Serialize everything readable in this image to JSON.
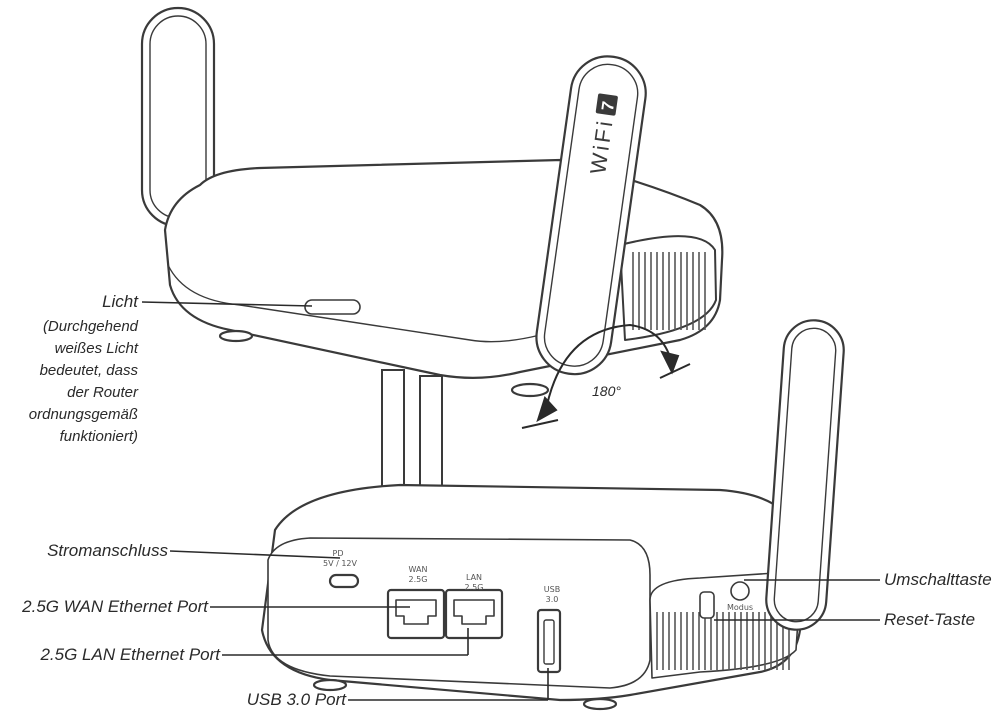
{
  "labels": {
    "light_title": "Licht",
    "light_note": [
      "(Durchgehend",
      "weißes Licht",
      "bedeutet, dass",
      "der Router",
      "ordnungsgemäß",
      "funktioniert)"
    ],
    "power": "Stromanschluss",
    "wan": "2.5G WAN Ethernet Port",
    "lan": "2.5G LAN Ethernet Port",
    "usb": "USB 3.0 Port",
    "toggle": "Umschalttaste",
    "reset": "Reset-Taste",
    "rotation": "180°"
  },
  "device": {
    "antenna_brand": "WiFi",
    "antenna_number": "7",
    "port_pd": "PD",
    "port_pd_voltage": "5V / 12V",
    "port_wan": "WAN",
    "port_wan_speed": "2.5G",
    "port_lan": "LAN",
    "port_lan_speed": "2.5G",
    "port_usb": "USB",
    "port_usb_version": "3.0",
    "mode_label": "Modus"
  },
  "colors": {
    "outline": "#3a3a3a",
    "fill": "#ffffff",
    "shade": "#d8d8d8"
  }
}
